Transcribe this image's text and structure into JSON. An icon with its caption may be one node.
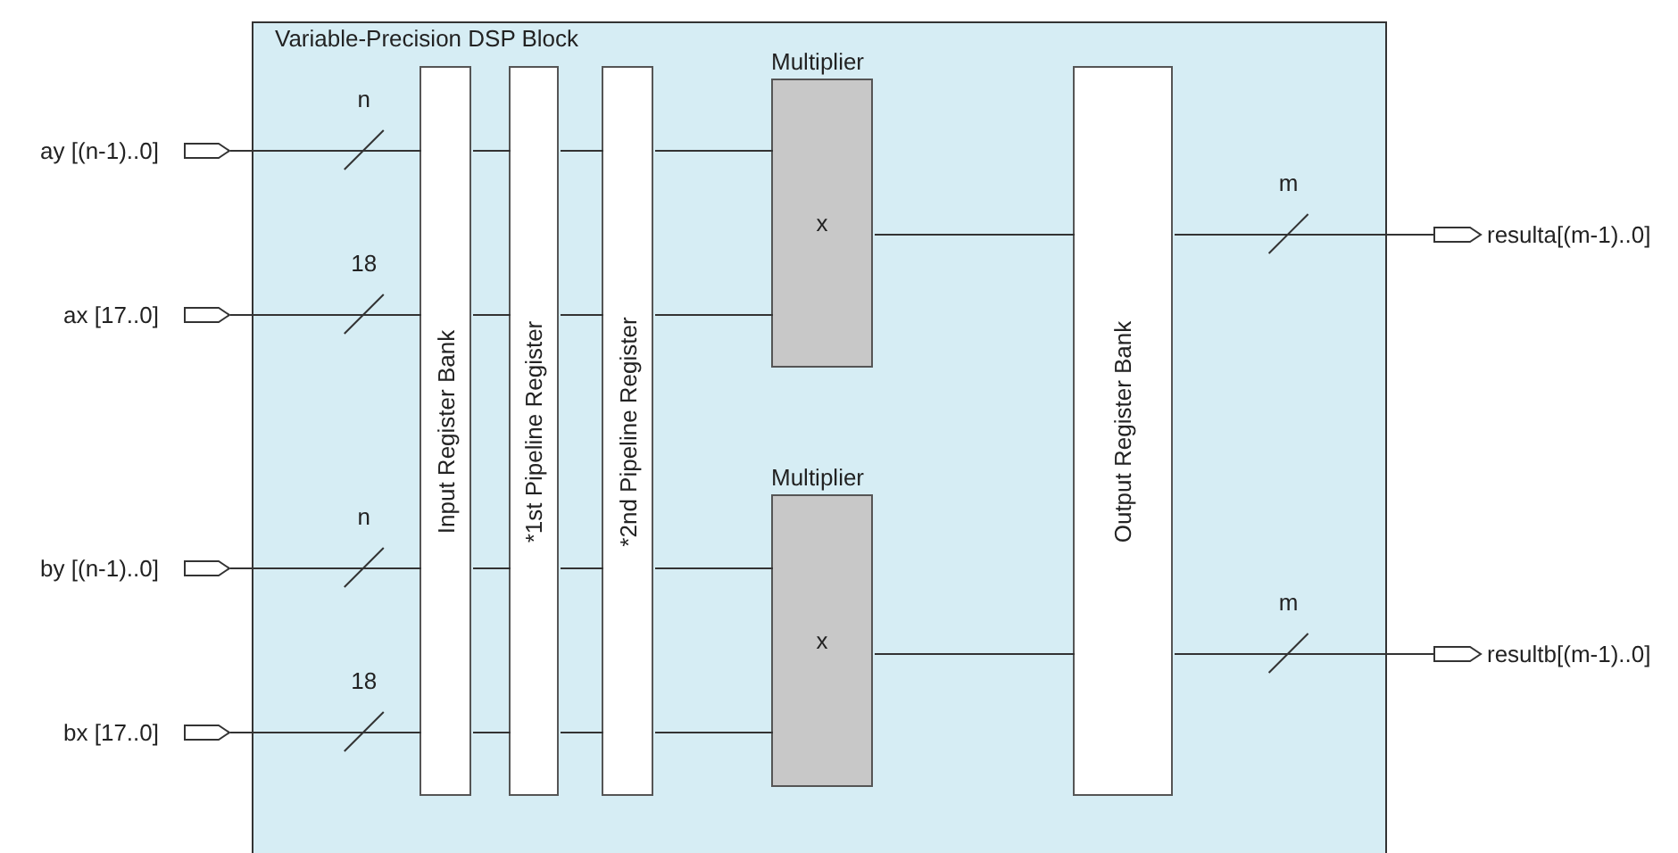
{
  "diagram": {
    "nodes": [
      {
        "text": [
          "Variable-Precision DSP Block"
        ]
      },
      {
        "text": [
          "Input Register Bank"
        ],
        "in": 0
      },
      {
        "text": [
          "*1st Pipeline Register"
        ],
        "in": 0
      },
      {
        "text": [
          "*2nd Pipeline Register"
        ],
        "in": 0
      },
      {
        "text": [
          "Multiplier",
          "x"
        ],
        "in": 0
      },
      {
        "text": [
          "Multiplier",
          "x"
        ],
        "in": 0
      },
      {
        "text": [
          "Output Register Bank"
        ],
        "in": 0
      },
      {
        "text": [],
        "shape": "pin",
        "beside": [
          "ay [(n-1)..0]"
        ]
      },
      {
        "text": [],
        "shape": "pin",
        "beside": [
          "ax [17..0]"
        ]
      },
      {
        "text": [],
        "shape": "pin",
        "beside": [
          "by [(n-1)..0]"
        ]
      },
      {
        "text": [],
        "shape": "pin",
        "beside": [
          "bx [17..0]"
        ]
      },
      {
        "text": [],
        "shape": "pin",
        "beside": [
          "resulta[(m-1)..0]"
        ]
      },
      {
        "text": [],
        "shape": "pin",
        "beside": [
          "resultb[(m-1)..0]"
        ]
      }
    ],
    "edges": [
      {
        "from": 7,
        "to": 1,
        "arrow": "none",
        "label": "n"
      },
      {
        "from": 1,
        "to": 2,
        "arrow": "none"
      },
      {
        "from": 2,
        "to": 3,
        "arrow": "none"
      },
      {
        "from": 3,
        "to": 4,
        "arrow": "none"
      },
      {
        "from": 8,
        "to": 1,
        "arrow": "none",
        "label": "18"
      },
      {
        "from": 1,
        "to": 2,
        "arrow": "none"
      },
      {
        "from": 2,
        "to": 3,
        "arrow": "none"
      },
      {
        "from": 3,
        "to": 4,
        "arrow": "none"
      },
      {
        "from": 9,
        "to": 1,
        "arrow": "none",
        "label": "n"
      },
      {
        "from": 1,
        "to": 2,
        "arrow": "none"
      },
      {
        "from": 2,
        "to": 3,
        "arrow": "none"
      },
      {
        "from": 3,
        "to": 5,
        "arrow": "none"
      },
      {
        "from": 10,
        "to": 1,
        "arrow": "none",
        "label": "18"
      },
      {
        "from": 1,
        "to": 2,
        "arrow": "none"
      },
      {
        "from": 2,
        "to": 3,
        "arrow": "none"
      },
      {
        "from": 3,
        "to": 5,
        "arrow": "none"
      },
      {
        "from": 4,
        "to": 6,
        "arrow": "none"
      },
      {
        "from": 5,
        "to": 6,
        "arrow": "none"
      },
      {
        "from": 6,
        "to": 11,
        "arrow": "none",
        "label": "m"
      },
      {
        "from": 6,
        "to": 12,
        "arrow": "none",
        "label": "m"
      }
    ]
  }
}
